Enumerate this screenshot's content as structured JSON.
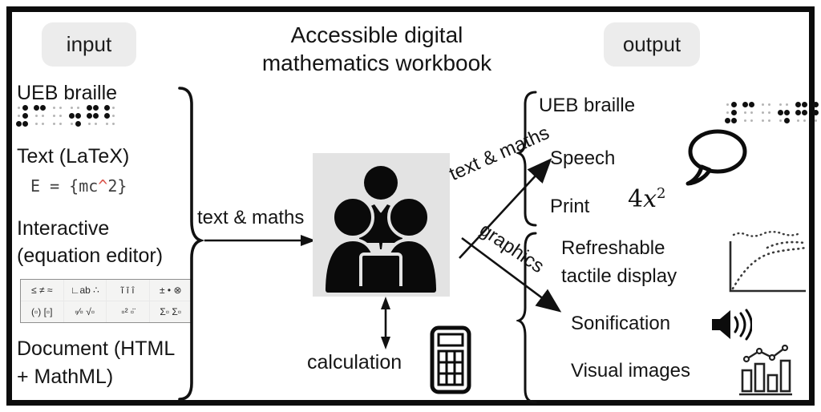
{
  "title": {
    "line1": "Accessible digital",
    "line2": "mathematics workbook"
  },
  "input": {
    "label": "input",
    "ueb_label": "UEB braille",
    "braille_cells": [
      "3456",
      "14",
      "",
      "256",
      "1245",
      "12"
    ],
    "latex_label": "Text (LaTeX)",
    "latex_code": {
      "pre": "E = {mc",
      "caret": "^",
      "post": "2}"
    },
    "interactive_line1": "Interactive",
    "interactive_line2": "(equation editor)",
    "toolbar_cells": [
      "≤ ≠ ≈",
      "∟ab ∴",
      "ĩ ī î",
      "± • ⊗",
      "(▫) [▫]",
      "▫⁄▫ √▫",
      "▫² ▫̈",
      "Σ▫ Σ▫"
    ],
    "document_line1": "Document (HTML",
    "document_line2": "+ MathML)"
  },
  "flows": {
    "input_flow_label": "text & maths",
    "output_text_label": "text & maths",
    "output_graphics_label": "graphics",
    "calculation_label": "calculation"
  },
  "output": {
    "label": "output",
    "ueb_label": "UEB braille",
    "braille_cells": [
      "3456",
      "14",
      "",
      "256",
      "1245",
      "12"
    ],
    "speech_label": "Speech",
    "print_label": "Print",
    "print_math": {
      "coeff": "4",
      "variable": "x",
      "exponent": "2"
    },
    "tactile_line1": "Refreshable",
    "tactile_line2": "tactile display",
    "sonification_label": "Sonification",
    "visual_label": "Visual images"
  },
  "icons": {
    "people-group-icon": "three-person-silhouettes-with-laptop",
    "speech-bubble-icon": "outlined-speech-balloon",
    "speaker-icon": "filled-speaker-with-sound-waves",
    "tactile-chart-icon": "dotted-curve-plot-with-axes",
    "bar-chart-icon": "outlined-bars-with-dotted-trend-line",
    "calculator-icon": "calculator-with-keypad-grid",
    "braille-dots": "six-dot-braille-cells"
  },
  "colors": {
    "ink": "#141414",
    "label_bg": "#ececec",
    "people_bg": "#e3e3e3",
    "caret_red": "#d9534a",
    "code_gray": "#3f3f3f"
  }
}
